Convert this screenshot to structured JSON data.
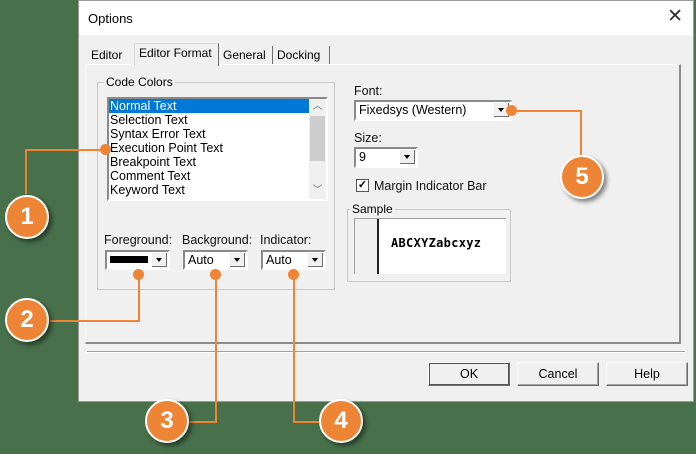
{
  "window": {
    "title": "Options",
    "close_icon": "close-icon"
  },
  "tabs": [
    {
      "label": "Editor",
      "active": false
    },
    {
      "label": "Editor Format",
      "active": true
    },
    {
      "label": "General",
      "active": false
    },
    {
      "label": "Docking",
      "active": false
    }
  ],
  "code_colors": {
    "group_label": "Code Colors",
    "items": [
      "Normal Text",
      "Selection Text",
      "Syntax Error Text",
      "Execution Point Text",
      "Breakpoint Text",
      "Comment Text",
      "Keyword Text"
    ],
    "selected_index": 0
  },
  "colors": {
    "foreground": {
      "label": "Foreground:",
      "value": "",
      "swatch": "#000000"
    },
    "background": {
      "label": "Background:",
      "value": "Auto"
    },
    "indicator": {
      "label": "Indicator:",
      "value": "Auto"
    }
  },
  "font": {
    "label": "Font:",
    "value": "Fixedsys (Western)"
  },
  "size": {
    "label": "Size:",
    "value": "9"
  },
  "margin_indicator": {
    "label": "Margin Indicator Bar",
    "checked": true
  },
  "sample": {
    "group_label": "Sample",
    "text": "ABCXYZabcxyz"
  },
  "buttons": {
    "ok": "OK",
    "cancel": "Cancel",
    "help": "Help"
  },
  "callouts": {
    "color": "#ee8536",
    "badges": [
      "1",
      "2",
      "3",
      "4",
      "5"
    ]
  }
}
